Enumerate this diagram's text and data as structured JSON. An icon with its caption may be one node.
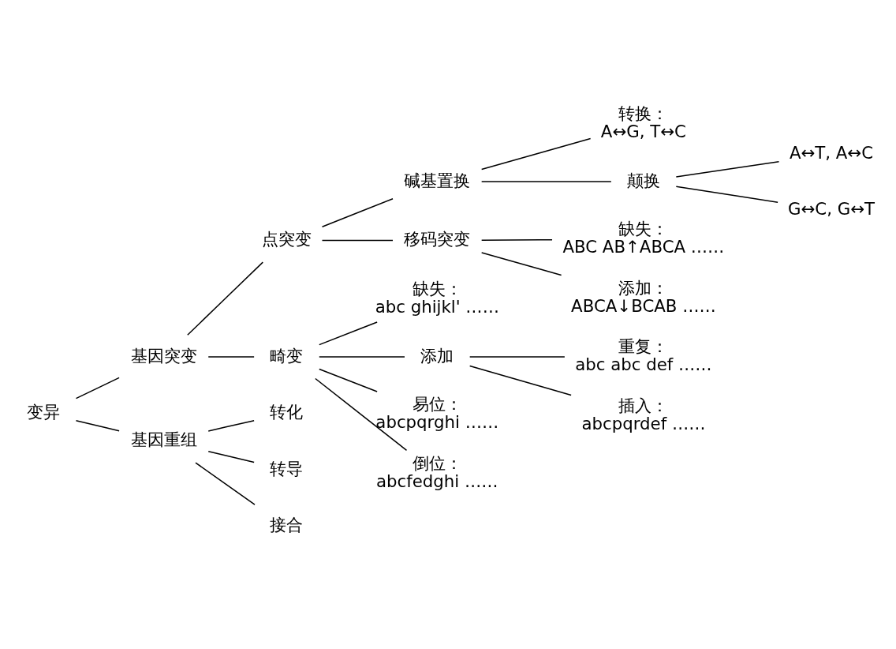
{
  "diagram": {
    "nodes": [
      {
        "text": [
          "变异"
        ]
      },
      {
        "text": [
          "基因突变"
        ]
      },
      {
        "text": [
          "点突变"
        ]
      },
      {
        "text": [
          "碱基置换"
        ]
      },
      {
        "text": [
          "转换：",
          "A↔G, T↔C"
        ]
      },
      {
        "text": [
          "颠换"
        ]
      },
      {
        "text": [
          "A↔T, A↔C"
        ]
      },
      {
        "text": [
          "G↔C, G↔T"
        ]
      },
      {
        "text": [
          "移码突变"
        ]
      },
      {
        "text": [
          "缺失：",
          "ABC AB↑ABCA ……"
        ]
      },
      {
        "text": [
          "添加：",
          "ABCA↓BCAB ……"
        ]
      },
      {
        "text": [
          "畸变"
        ]
      },
      {
        "text": [
          "缺失：",
          "abc ghijkl' ……"
        ]
      },
      {
        "text": [
          "添加"
        ]
      },
      {
        "text": [
          "重复：",
          "abc abc def ……"
        ]
      },
      {
        "text": [
          "插入：",
          "abcpqrdef ……"
        ]
      },
      {
        "text": [
          "易位：",
          "abcpqrghi ……"
        ]
      },
      {
        "text": [
          "倒位：",
          "abcfedghi ……"
        ]
      },
      {
        "text": [
          "基因重组"
        ]
      },
      {
        "text": [
          "转化"
        ]
      },
      {
        "text": [
          "转导"
        ]
      },
      {
        "text": [
          "接合"
        ]
      }
    ],
    "edges": [
      {
        "from": 0,
        "to": 1,
        "arrow": "none"
      },
      {
        "from": 0,
        "to": 18,
        "arrow": "none"
      },
      {
        "from": 1,
        "to": 2,
        "arrow": "none"
      },
      {
        "from": 1,
        "to": 11,
        "arrow": "none"
      },
      {
        "from": 2,
        "to": 3,
        "arrow": "none"
      },
      {
        "from": 2,
        "to": 8,
        "arrow": "none"
      },
      {
        "from": 3,
        "to": 4,
        "arrow": "none"
      },
      {
        "from": 3,
        "to": 5,
        "arrow": "none"
      },
      {
        "from": 5,
        "to": 6,
        "arrow": "none"
      },
      {
        "from": 5,
        "to": 7,
        "arrow": "none"
      },
      {
        "from": 8,
        "to": 9,
        "arrow": "none"
      },
      {
        "from": 8,
        "to": 10,
        "arrow": "none"
      },
      {
        "from": 11,
        "to": 12,
        "arrow": "none"
      },
      {
        "from": 11,
        "to": 13,
        "arrow": "none"
      },
      {
        "from": 13,
        "to": 14,
        "arrow": "none"
      },
      {
        "from": 13,
        "to": 15,
        "arrow": "none"
      },
      {
        "from": 11,
        "to": 16,
        "arrow": "none"
      },
      {
        "from": 11,
        "to": 17,
        "arrow": "none"
      },
      {
        "from": 18,
        "to": 19,
        "arrow": "none"
      },
      {
        "from": 18,
        "to": 20,
        "arrow": "none"
      },
      {
        "from": 18,
        "to": 21,
        "arrow": "none"
      }
    ]
  }
}
